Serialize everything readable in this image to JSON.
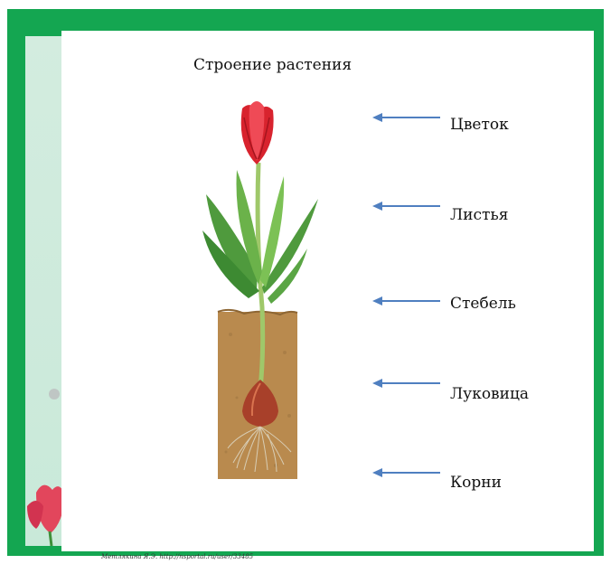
{
  "title": "Строение растения",
  "labels": [
    "Цветок",
    "Листья",
    "Стебель",
    "Луковица",
    "Корни"
  ],
  "footer": "Метлякина Я.Э. http://nsportal.ru/user/33485",
  "colors": {
    "frame": "#14a651",
    "arrow": "#4f7fc0",
    "soil": "#b98a4e",
    "petal": "#d8232e"
  }
}
